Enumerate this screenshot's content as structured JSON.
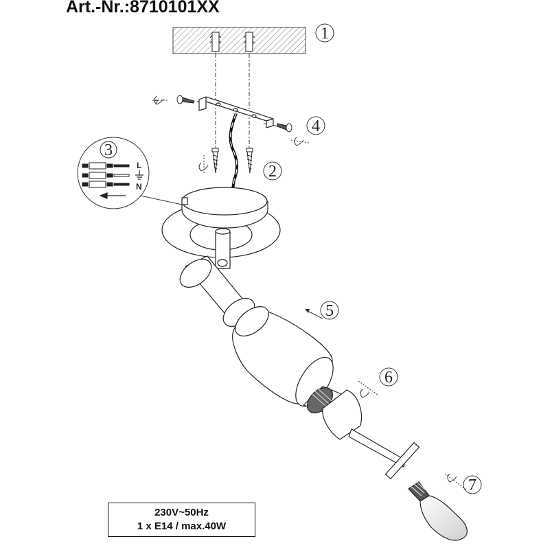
{
  "title": "Art.-Nr.:8710101XX",
  "spec": {
    "line1": "230V~50Hz",
    "line2": "1 x E14 / max.40W"
  },
  "steps": [
    "1",
    "2",
    "3",
    "4",
    "5",
    "6",
    "7"
  ],
  "wiring": {
    "live": "L",
    "neutral": "N",
    "earth_icon": "ground-symbol"
  }
}
